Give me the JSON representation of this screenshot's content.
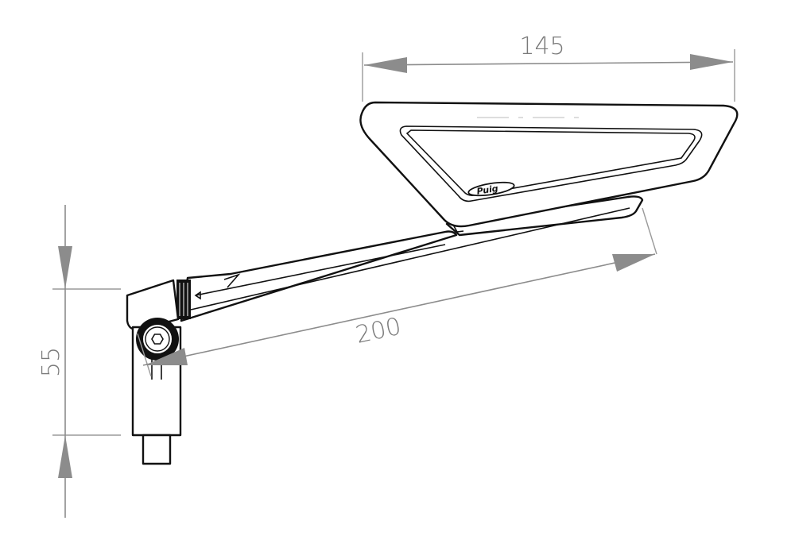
{
  "dimensions": {
    "width": "145",
    "arm_length": "200",
    "height": "55"
  },
  "logo": {
    "text": "Puig"
  },
  "colors": {
    "outline": "#111111",
    "dimension": "#8c8c8c",
    "dimension_text": "#7a7a7a",
    "background": "#ffffff"
  }
}
